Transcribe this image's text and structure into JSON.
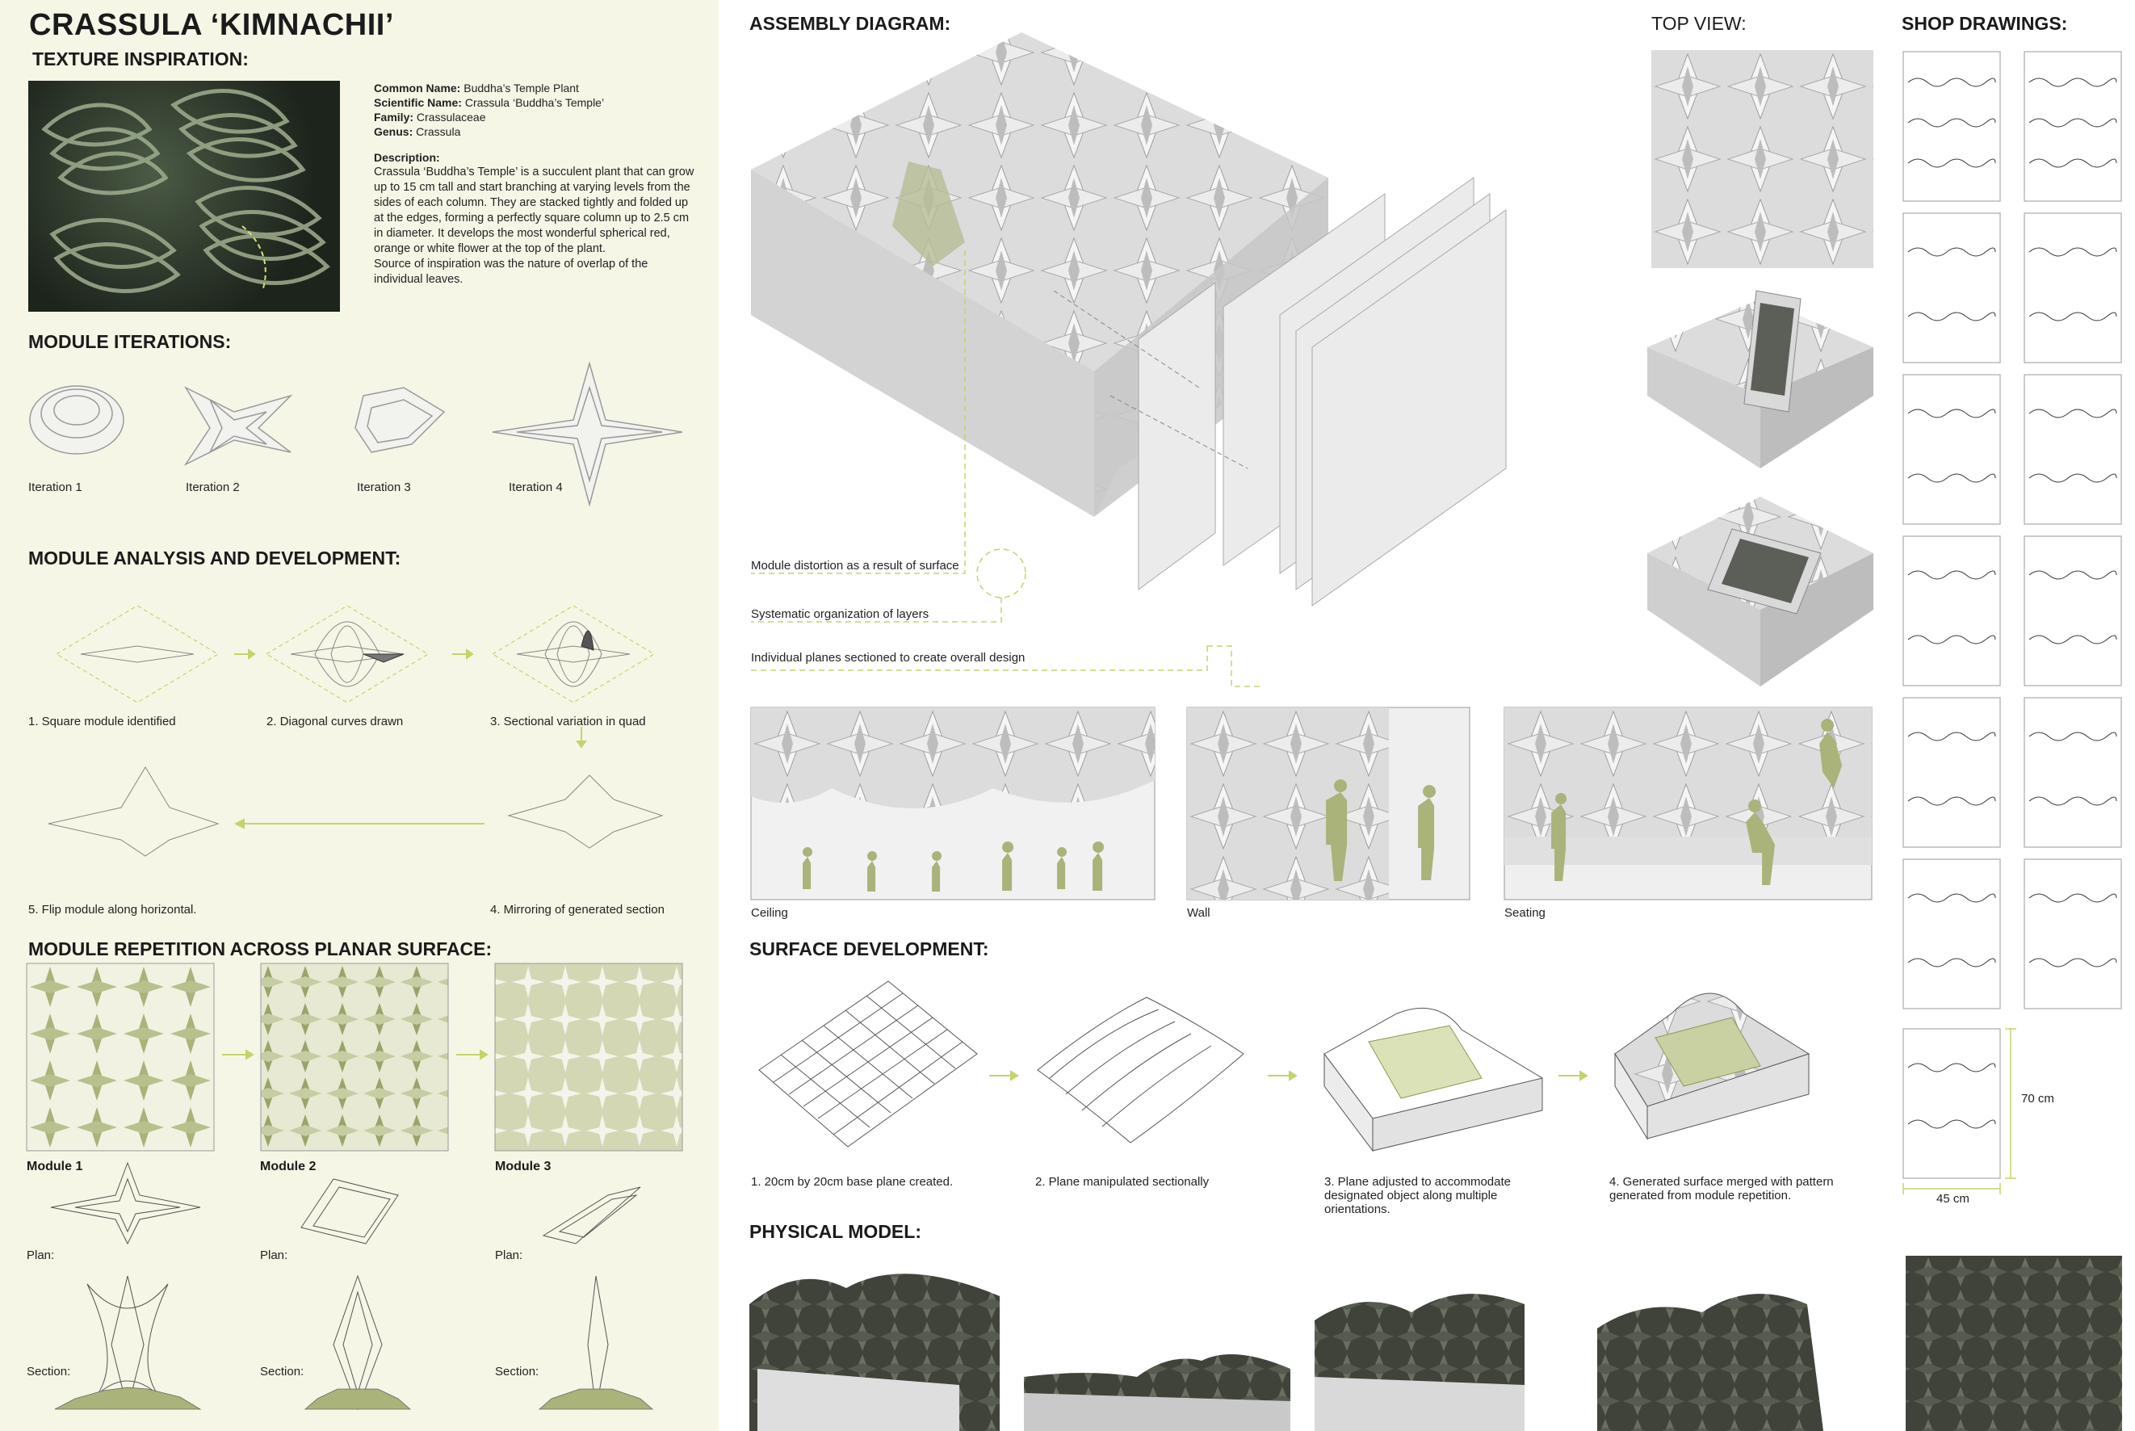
{
  "title": "CRASSULA ‘KIMNACHII’",
  "texture_heading": "TEXTURE INSPIRATION:",
  "plant": {
    "common_name_label": "Common Name:",
    "common_name": "Buddha’s Temple Plant",
    "scientific_name_label": "Scientific Name:",
    "scientific_name": "Crassula ‘Buddha’s Temple’",
    "family_label": "Family:",
    "family": "Crassulaceae",
    "genus_label": "Genus:",
    "genus": "Crassula",
    "description_label": "Description:",
    "description": "Crassula ‘Buddha’s Temple’ is a succulent plant that can grow up to 15 cm tall and start branching at varying levels from the sides of each column. They are stacked tightly and folded up at the edges, forming a perfectly square column up to 2.5 cm in diameter. It develops the most wonderful spherical red, orange or white flower at the top of the plant.",
    "source": "Source of inspiration was the nature of overlap of the individual leaves."
  },
  "iterations": {
    "heading": "MODULE ITERATIONS:",
    "labels": [
      "Iteration 1",
      "Iteration 2",
      "Iteration 3",
      "Iteration 4"
    ]
  },
  "analysis": {
    "heading": "MODULE ANALYSIS AND DEVELOPMENT:",
    "steps": [
      "1. Square module identified",
      "2. Diagonal curves drawn",
      "3. Sectional variation in quad",
      "4. Mirroring of generated section",
      "5. Flip module along horizontal."
    ]
  },
  "repetition": {
    "heading": "MODULE REPETITION ACROSS PLANAR SURFACE:",
    "modules": [
      "Module 1",
      "Module 2",
      "Module 3"
    ],
    "plan_label": "Plan:",
    "section_label": "Section:"
  },
  "assembly": {
    "heading": "ASSEMBLY DIAGRAM:",
    "annotations": [
      "Module distortion as a result of surface",
      "Systematic organization of layers",
      "Individual planes sectioned to create overall design"
    ]
  },
  "top_view_heading": "TOP VIEW:",
  "shop_heading": "SHOP DRAWINGS:",
  "shop_dims": {
    "height": "70 cm",
    "width": "45 cm"
  },
  "applications": [
    "Ceiling",
    "Wall",
    "Seating"
  ],
  "surface": {
    "heading": "SURFACE DEVELOPMENT:",
    "steps": [
      "1. 20cm by 20cm base plane created.",
      "2. Plane manipulated sectionally",
      "3. Plane adjusted to accommodate designated object along multiple orientations.",
      "4. Generated surface merged with pattern generated from module repetition."
    ]
  },
  "physical_heading": "PHYSICAL MODEL:",
  "colors": {
    "accent": "#c7d26b",
    "accent_fill": "#a9b37a",
    "panel_bg": "#f6f6e6"
  }
}
